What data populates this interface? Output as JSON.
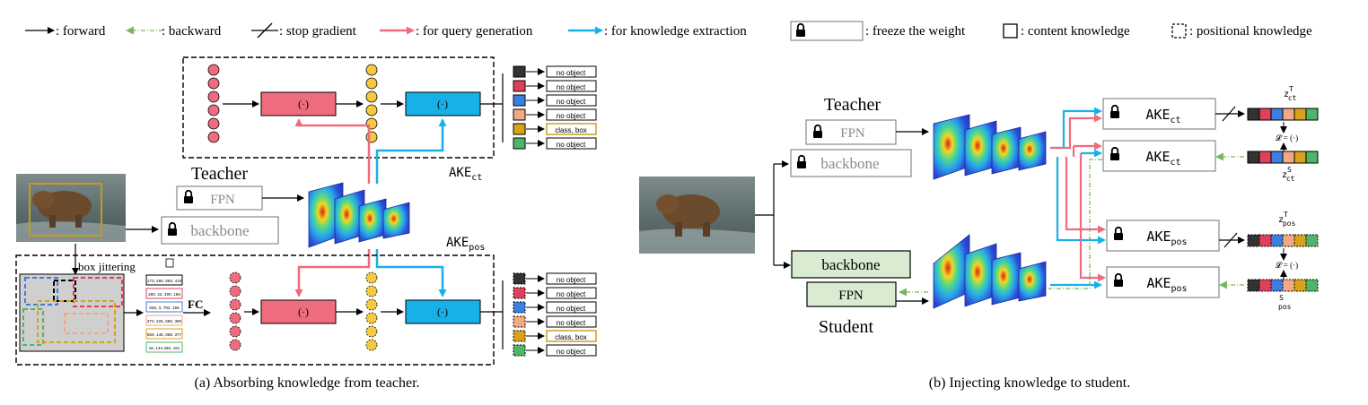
{
  "legend": {
    "forward": ": forward",
    "backward": ": backward",
    "stop_gradient": ": stop gradient",
    "query_generation": ": for query generation",
    "knowledge_extraction": ": for knowledge extraction",
    "freeze": ": freeze the weight",
    "content": ": content knowledge",
    "positional": ": positional knowledge"
  },
  "colors": {
    "pink": "#ef6b7e",
    "blue": "#17b0e8",
    "green": "#7ab55c",
    "olive": "#c89a18",
    "gray_text": "#8a8a8a"
  },
  "panel_a": {
    "teacher": "Teacher",
    "fpn": "FPN",
    "backbone": "backbone",
    "ake_ct": "AKE",
    "ake_ct_sub": "ct",
    "ake_pos": "AKE",
    "ake_pos_sub": "pos",
    "box_jittering": "box jittering",
    "fc": "FC",
    "box_coords": [
      "173, 280, 693, 419",
      "280, 22, 490, 186",
      "550, 3, 792, 156",
      "372, 226, 590, 390",
      "559, 146, 866, 377",
      "18, 144 266, 161"
    ],
    "outputs_ct": [
      "no object",
      "no object",
      "no object",
      "no object",
      "class, box",
      "no object"
    ],
    "outputs_pos": [
      "no object",
      "no object",
      "no object",
      "no object",
      "class, box",
      "no object"
    ],
    "caption": "(a) Absorbing knowledge from teacher."
  },
  "panel_b": {
    "teacher": "Teacher",
    "fpn_t": "FPN",
    "backbone_t": "backbone",
    "backbone_s": "backbone",
    "fpn_s": "FPN",
    "student": "Student",
    "ake_ct": "AKE",
    "ake_ct_sub": "ct",
    "ake_pos": "AKE",
    "ake_pos_sub": "pos",
    "z_ct_t": "z",
    "z_ct_t_sup": "T",
    "z_ct_t_sub": "ct",
    "z_ct_s": "z",
    "z_ct_s_sup": "S",
    "z_ct_s_sub": "ct",
    "z_pos_t": "z",
    "z_pos_t_sup": "T",
    "z_pos_t_sub": "pos",
    "z_pos_s_sup": "S",
    "z_pos_s_sub": "pos",
    "loss_ct": "𝓛 = (·)",
    "loss_pos": "𝓛 = (·)",
    "caption": "(b) Injecting knowledge to student."
  }
}
